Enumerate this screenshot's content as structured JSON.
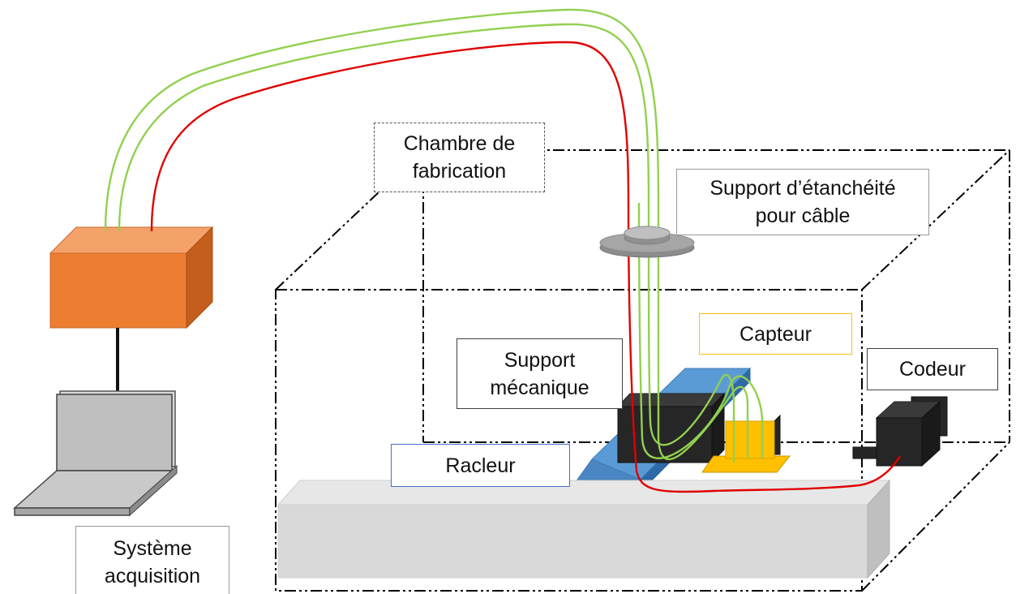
{
  "labels": {
    "chambre": "Chambre de\nfabrication",
    "support_etancheite": "Support d’étanchéité\npour câble",
    "capteur": "Capteur",
    "support_mecanique": "Support\nmécanique",
    "codeur": "Codeur",
    "racleur": "Racleur",
    "systeme": "Système\nacquisition"
  },
  "colors": {
    "acquisition_box": "#ed7d31",
    "signal_cable": "#92d050",
    "power_cable": "#e00000",
    "racleur_border": "#4472c4",
    "capteur_border": "#ffc000",
    "capteur_body": "#ffc000",
    "scraper_blade": "#5b9bd5",
    "dark_parts": "#262626",
    "platform": "#d9d9d9",
    "seal_support": "#a6a6a6",
    "laptop": "#bfbfbf"
  }
}
